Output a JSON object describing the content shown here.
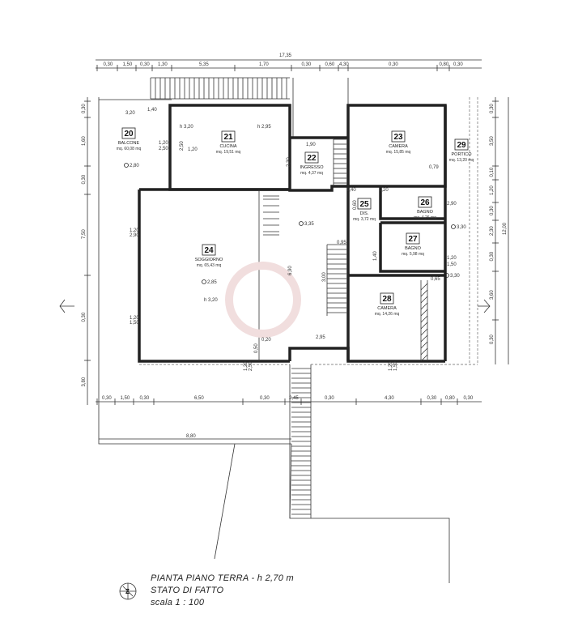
{
  "overall_width": "17,35",
  "overall_height": "12,00",
  "top_dims": [
    "0,30",
    "1,50",
    "0,30",
    "1,30",
    "5,35",
    "1,70",
    "0,30",
    "0,60",
    "4,30",
    "0,30",
    "0,80",
    "0,30"
  ],
  "bottom_dims": [
    "0,30",
    "1,50",
    "0,30",
    "6,50",
    "0,30",
    "2,45",
    "0,30",
    "4,30",
    "0,30",
    "0,80",
    "0,30"
  ],
  "right_dims": [
    "0,30",
    "3,50",
    "0,10",
    "1,20",
    "0,30",
    "2,30",
    "0,30",
    "3,60",
    "0,30"
  ],
  "left_dims": [
    "0,30",
    "1,60",
    "0,30",
    "7,50",
    "0,30",
    "3,80"
  ],
  "balcony_bottom_dim": "8,80",
  "rooms": [
    {
      "no": "20",
      "name": "BALCONE",
      "area": "mq. 60,08 mq"
    },
    {
      "no": "21",
      "name": "CUCINA",
      "area": "mq. 19,51 mq"
    },
    {
      "no": "22",
      "name": "INGRESSO",
      "area": "mq. 4,37 mq"
    },
    {
      "no": "23",
      "name": "CAMERA",
      "area": "mq. 15,85 mq"
    },
    {
      "no": "29",
      "name": "PORTICO",
      "area": "mq. 13,20 mq"
    },
    {
      "no": "24",
      "name": "SOGGIORNO",
      "area": "mq. 65,43 mq"
    },
    {
      "no": "25",
      "name": "DIS.",
      "area": "mq. 3,72 mq"
    },
    {
      "no": "26",
      "name": "BAGNO",
      "area": "mq. 4,26 mq"
    },
    {
      "no": "27",
      "name": "BAGNO",
      "area": "mq. 5,98 mq"
    },
    {
      "no": "28",
      "name": "CAMERA",
      "area": "mq. 14,26 mq"
    }
  ],
  "heights": {
    "cucina_a": "h 3,20",
    "cucina_b": "h 2,95",
    "soggiorno": "h 3,20"
  },
  "levels": [
    "2,80",
    "3,35",
    "2,85",
    "3,30",
    "3,30"
  ],
  "inner_dims": [
    "1,40",
    "3,20",
    "1,20",
    "2,50",
    "1,90",
    "2,30",
    "1,40",
    "1,20",
    "2,90",
    "0,95",
    "1,20",
    "2,90",
    "1,20",
    "1,50",
    "1,20",
    "1,50",
    "1,40",
    "0,60",
    "2,95",
    "6,90",
    "3,00",
    "0,50",
    "1,20",
    "2,50",
    "1,20",
    "1,50",
    "1,20",
    "2,50",
    "0,79",
    "0,65",
    "0,20"
  ],
  "title": {
    "line1": "PIANTA PIANO TERRA - h 2,70 m",
    "line2": "STATO DI FATTO",
    "line3": "scala 1 : 100"
  }
}
